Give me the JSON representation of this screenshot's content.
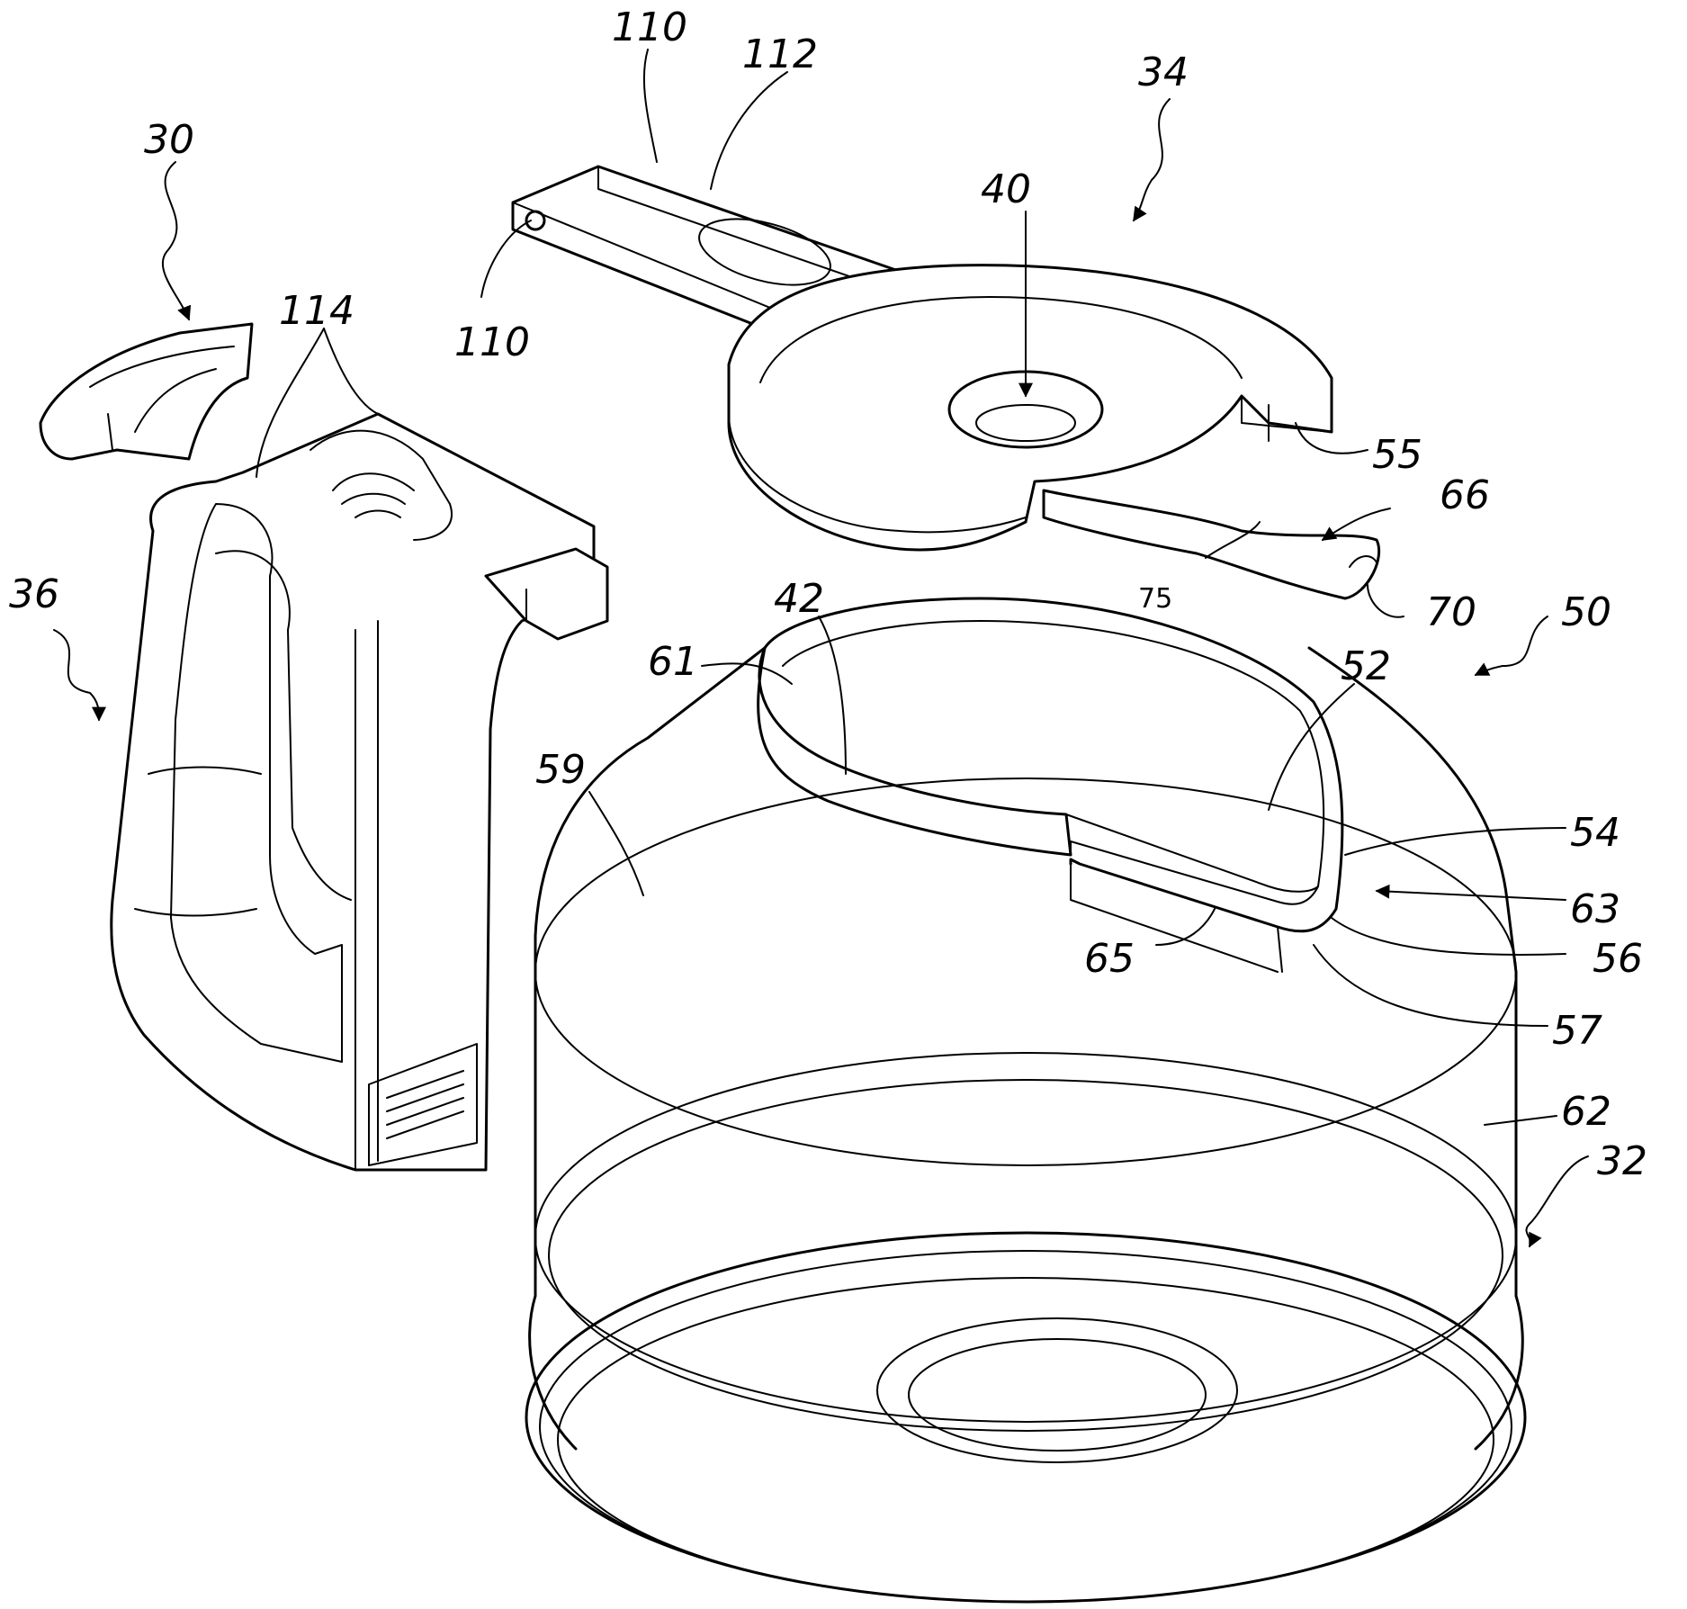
{
  "figure": {
    "labels": {
      "ref_30": "30",
      "ref_110_top": "110",
      "ref_112": "112",
      "ref_34": "34",
      "ref_40": "40",
      "ref_114": "114",
      "ref_110_left": "110",
      "ref_55": "55",
      "ref_66": "66",
      "ref_36": "36",
      "ref_75": "75",
      "ref_70": "70",
      "ref_50": "50",
      "ref_42": "42",
      "ref_61": "61",
      "ref_52": "52",
      "ref_59": "59",
      "ref_54": "54",
      "ref_63": "63",
      "ref_56": "56",
      "ref_65": "65",
      "ref_57": "57",
      "ref_62": "62",
      "ref_32": "32"
    }
  }
}
